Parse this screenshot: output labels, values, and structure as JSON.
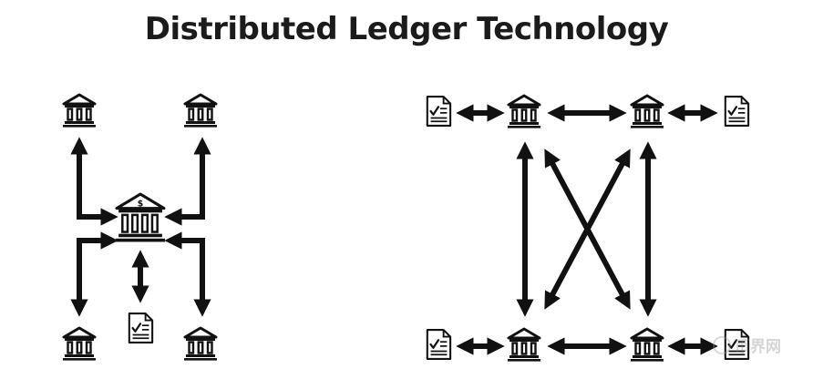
{
  "title": "Distributed Ledger Technology",
  "watermark": {
    "text": "币界网"
  },
  "diagram": {
    "left_panel": {
      "nodes": [
        "bank-top-left",
        "bank-top-right",
        "central-bank",
        "bank-bottom-left",
        "bank-bottom-right",
        "ledger-document"
      ]
    },
    "right_panel": {
      "nodes": [
        "bank-top-left",
        "bank-top-right",
        "bank-bottom-left",
        "bank-bottom-right",
        "doc-top-left",
        "doc-top-right",
        "doc-bottom-left",
        "doc-bottom-right"
      ]
    },
    "colors": {
      "stroke": "#111111",
      "background": "#ffffff"
    }
  }
}
